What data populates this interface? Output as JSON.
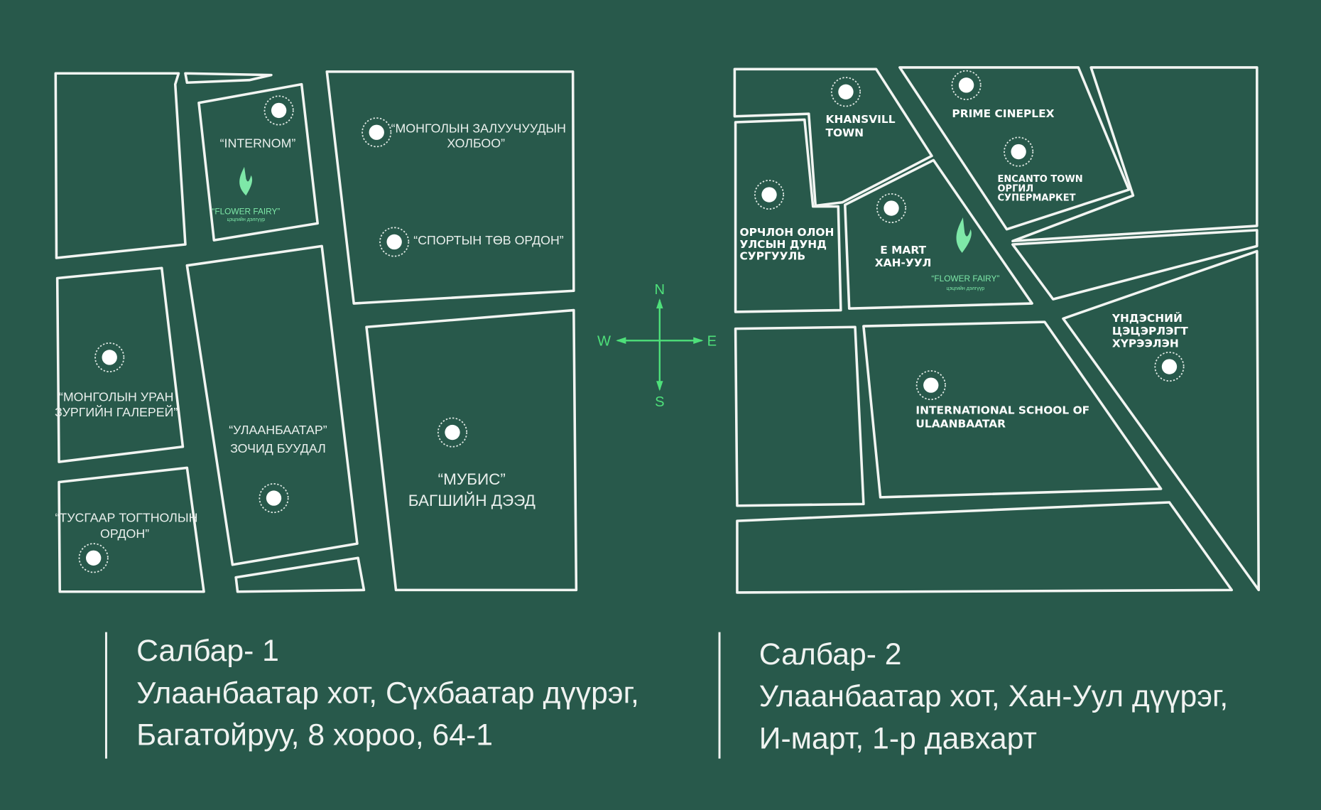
{
  "map1": {
    "labels": {
      "internom": "“INTERNOM”",
      "mongol_youth_1": "“МОНГОЛЫН ЗАЛУУЧУУДЫН",
      "mongol_youth_2": "ХОЛБОО”",
      "sport_palace": "“СПОРТЫН ТӨВ ОРДОН”",
      "gallery_1": "“МОНГОЛЫН УРАН",
      "gallery_2": "ЗУРГИЙН ГАЛЕРЕЙ”",
      "hotel_1": "“УЛААНБААТАР”",
      "hotel_2": "ЗОЧИД БУУДАЛ",
      "independence_1": "“ТУСГААР ТОГТНОЛЫН",
      "independence_2": "ОРДОН”",
      "mubis_1": "“МУБИС”",
      "mubis_2": "БАГШИЙН ДЭЭД",
      "store_name": "“FLOWER FAIRY”",
      "store_sub": "цэцгийн дэлгүүр"
    }
  },
  "map2": {
    "labels": {
      "khansvill_1": "KHANSVILL",
      "khansvill_2": "TOWN",
      "prime": "PRIME CINEPLEX",
      "encanto_1": "ENCANTO TOWN",
      "encanto_2": "ОРГИЛ",
      "encanto_3": "СУПЕРМАРКЕТ",
      "orchlon_1": "ОРЧЛОН ОЛОН",
      "orchlon_2": "УЛСЫН ДУНД",
      "orchlon_3": "СУРГУУЛЬ",
      "emart_1": "E MART",
      "emart_2": "ХАН-УУЛ",
      "store_name": "“FLOWER FAIRY”",
      "store_sub": "цэцгийн дэлгүүр",
      "exhibition_1": "ҮНДЭСНИЙ",
      "exhibition_2": "ЦЭЦЭРЛЭГТ",
      "exhibition_3": "ХҮРЭЭЛЭН",
      "isu_1": "INTERNATIONAL SCHOOL OF",
      "isu_2": "ULAANBAATAR"
    }
  },
  "compass": {
    "n": "N",
    "s": "S",
    "e": "E",
    "w": "W"
  },
  "branch1": {
    "title": "Салбар- 1",
    "line1": "Улаанбаатар хот, Сүхбаатар дүүрэг,",
    "line2": "Багатойруу, 8 хороо, 64-1"
  },
  "branch2": {
    "title": "Салбар- 2",
    "line1": "Улаанбаатар хот, Хан-Уул дүүрэг,",
    "line2": "И-март, 1-р давхарт"
  },
  "colors": {
    "background": "#28594b",
    "accent": "#7ee8a8",
    "compass": "#4ee07a"
  }
}
